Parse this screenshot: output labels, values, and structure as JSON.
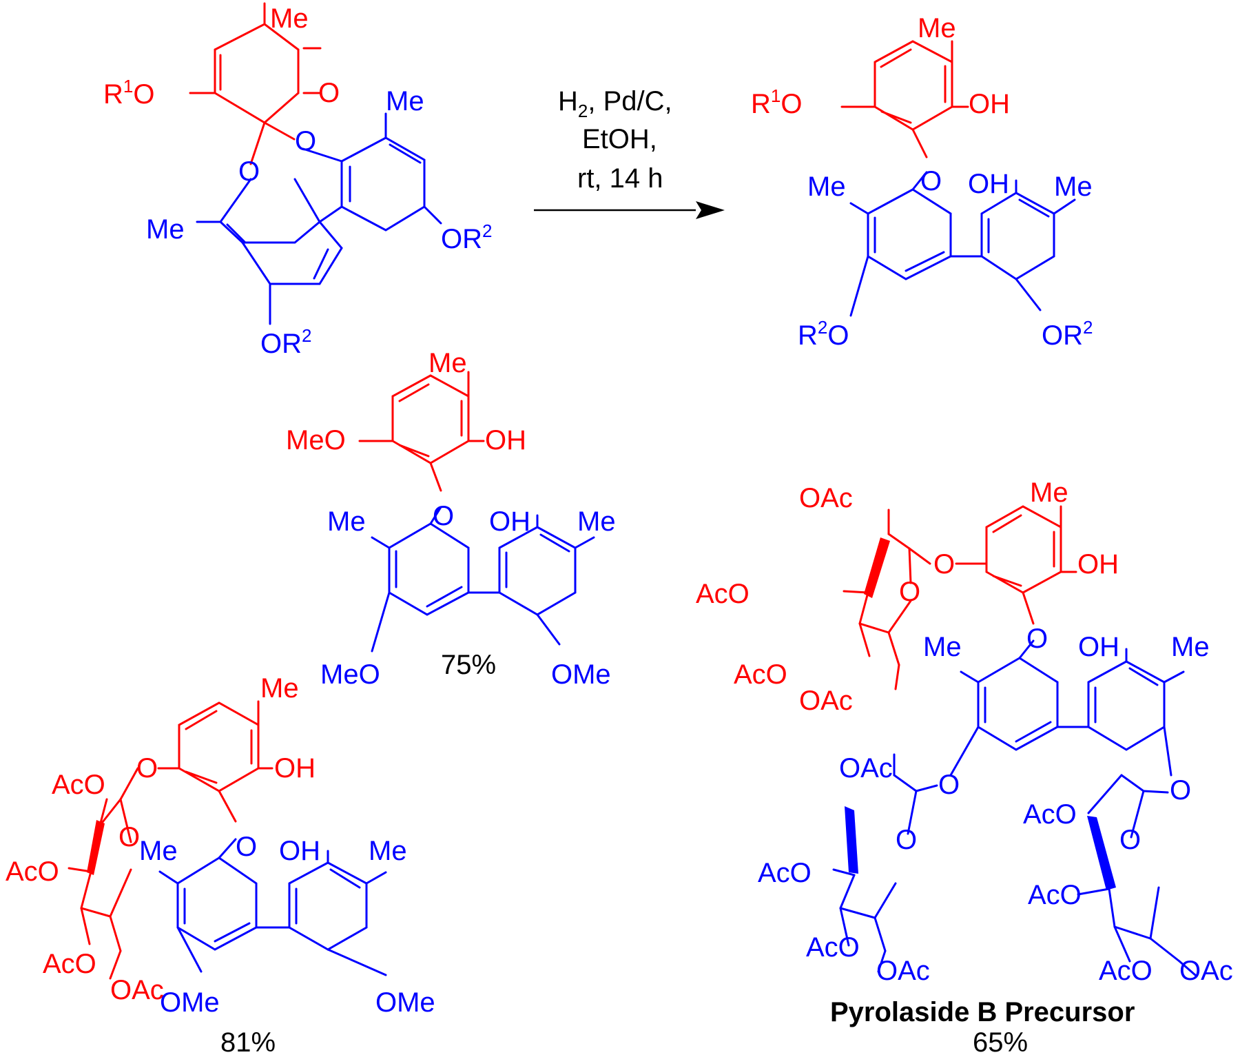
{
  "scheme": {
    "conditions": [
      "H",
      "2",
      ", Pd/C,",
      "EtOH,",
      "rt, 14 h"
    ],
    "reactant": {
      "labels": {
        "me1": "Me",
        "r1o_r": "R",
        "r1o_sup": "1",
        "r1o_o": "O",
        "ketone_o": "O",
        "me2": "Me",
        "o_ether1": "O",
        "o_ether2": "O",
        "me3": "Me",
        "or2a_o": "OR",
        "or2a_sup": "2",
        "or2b_o": "OR",
        "or2b_sup": "2"
      }
    },
    "product": {
      "labels": {
        "me1": "Me",
        "r1o_r": "R",
        "r1o_sup": "1",
        "r1o_o": "O",
        "oh": "OH",
        "o_link": "O",
        "me2": "Me",
        "oh2": "OH",
        "me3": "Me",
        "r2o_r": "R",
        "r2o_sup": "2",
        "r2o_o": "O",
        "or2_o": "OR",
        "or2_sup": "2"
      }
    },
    "compound_75": {
      "labels": {
        "me1": "Me",
        "meo": "MeO",
        "oh": "OH",
        "o_link": "O",
        "me2": "Me",
        "oh2": "OH",
        "me3": "Me",
        "meo2": "MeO",
        "ome": "OMe"
      },
      "yield": "75%"
    },
    "compound_81": {
      "labels": {
        "me1": "Me",
        "o_link1": "O",
        "oh": "OH",
        "aco1": "AcO",
        "o_ring": "O",
        "aco2": "AcO",
        "aco3": "AcO",
        "oac": "OAc",
        "o_link2": "O",
        "me2": "Me",
        "oh2": "OH",
        "me3": "Me",
        "ome1": "OMe",
        "ome2": "OMe"
      },
      "yield": "81%"
    },
    "compound_65": {
      "labels": {
        "oac_top": "OAc",
        "me1": "Me",
        "o_link1": "O",
        "oh": "OH",
        "aco1": "AcO",
        "o_ring1": "O",
        "aco2": "AcO",
        "oac2": "OAc",
        "o_link2": "O",
        "me2": "Me",
        "oh2": "OH",
        "me3": "Me",
        "oac3": "OAc",
        "o_link3": "O",
        "o_link4": "O",
        "o_ring2": "O",
        "aco4": "AcO",
        "aco5": "AcO",
        "o_ring3": "O",
        "aco6": "AcO",
        "oac4": "OAc",
        "aco7": "AcO",
        "aco8": "AcO",
        "oac5": "OAc"
      },
      "name": "Pyrolaside B Precursor",
      "yield": "65%"
    }
  }
}
